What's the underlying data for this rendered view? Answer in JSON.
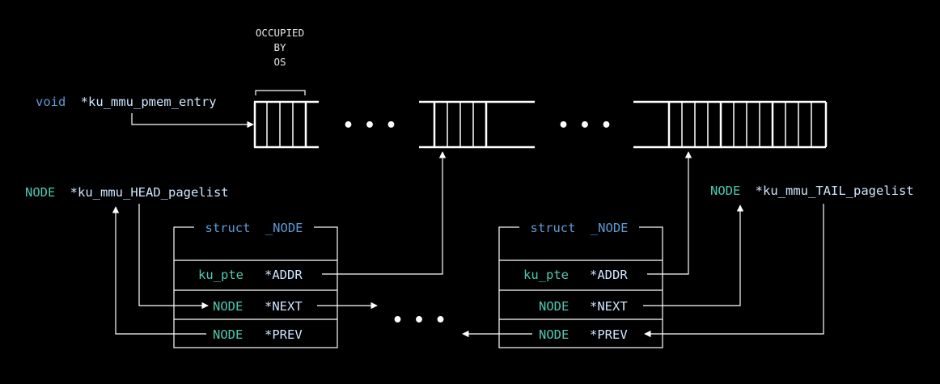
{
  "colors": {
    "background": "#000000",
    "line": "#ffffff",
    "keyword": "#5b9bd5",
    "type": "#4ec9b0",
    "identifier": "#cfe6ff",
    "text": "#e6e6e6"
  },
  "occupied_label": {
    "line1": "OCCUPIED",
    "line2": "BY",
    "line3": "OS"
  },
  "pmem_entry": {
    "type": "void",
    "name": "*ku_mmu_pmem_entry"
  },
  "head_pointer": {
    "type": "NODE",
    "name": "*ku_mmu_HEAD_pagelist"
  },
  "tail_pointer": {
    "type": "NODE",
    "name": "*ku_mmu_TAIL_pagelist"
  },
  "ellipsis": "• • •",
  "nodes": [
    {
      "header_kw": "struct",
      "header_name": "_NODE",
      "rows": [
        {
          "type": "ku_pte",
          "field": "*ADDR"
        },
        {
          "type": "NODE",
          "field": "*NEXT"
        },
        {
          "type": "NODE",
          "field": "*PREV"
        }
      ]
    },
    {
      "header_kw": "struct",
      "header_name": "_NODE",
      "rows": [
        {
          "type": "ku_pte",
          "field": "*ADDR"
        },
        {
          "type": "NODE",
          "field": "*NEXT"
        },
        {
          "type": "NODE",
          "field": "*PREV"
        }
      ]
    }
  ]
}
